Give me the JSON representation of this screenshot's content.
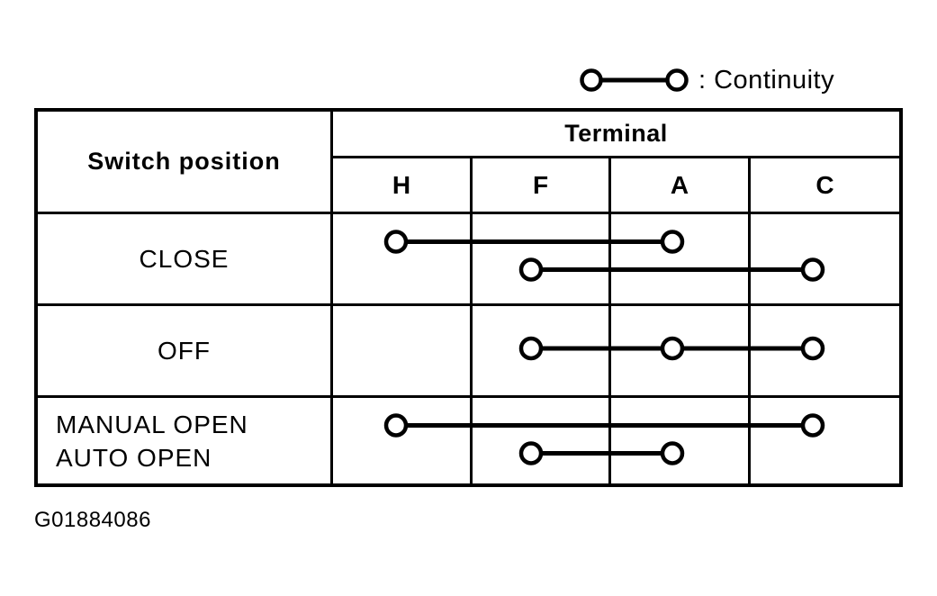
{
  "legend": {
    "label": ": Continuity",
    "symbol": "two-circles-connected-by-line"
  },
  "table": {
    "corner_header": "Switch position",
    "group_header": "Terminal",
    "terminal_headers": [
      "H",
      "F",
      "A",
      "C"
    ],
    "rows": [
      {
        "labels": [
          "CLOSE"
        ],
        "connections": [
          [
            "H",
            "A"
          ],
          [
            "F",
            "C"
          ]
        ]
      },
      {
        "labels": [
          "OFF"
        ],
        "connections": [
          [
            "F",
            "A",
            "C"
          ]
        ]
      },
      {
        "labels": [
          "MANUAL OPEN",
          "AUTO OPEN"
        ],
        "connections": [
          [
            "H",
            "C"
          ],
          [
            "F",
            "A"
          ]
        ]
      }
    ]
  },
  "footer": {
    "figure_id": "G01884086"
  },
  "colors": {
    "ink": "#000000",
    "paper": "#ffffff"
  }
}
